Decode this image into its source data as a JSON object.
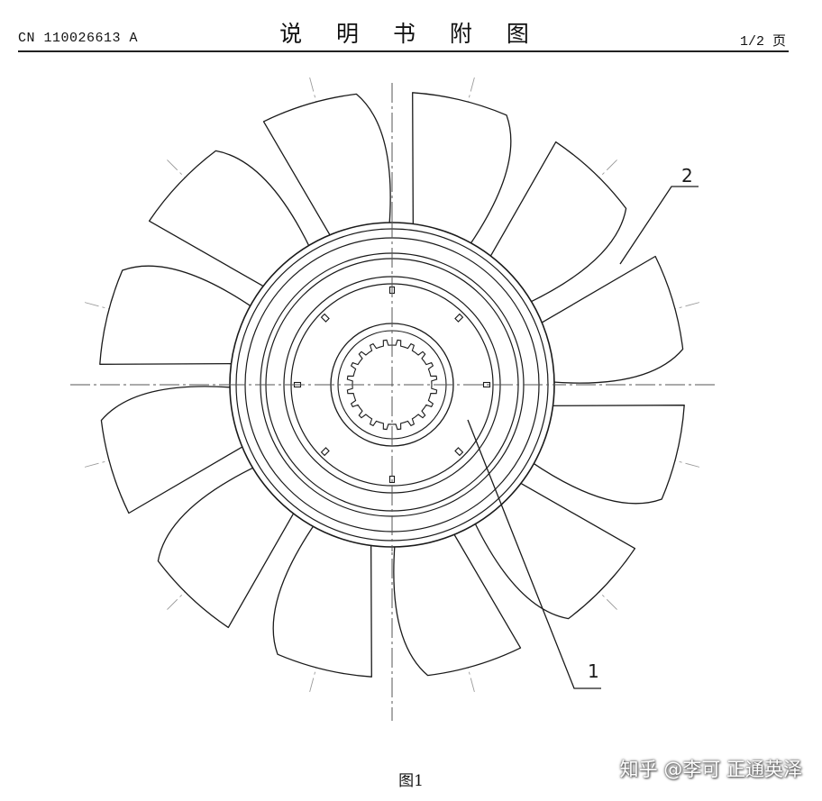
{
  "header": {
    "publication_number": "CN 110026613 A",
    "title": "说 明 书 附 图",
    "page": "1/2 页"
  },
  "figure": {
    "caption": "图1",
    "labels": {
      "hub": "1",
      "blade": "2"
    },
    "blade_count": 12,
    "spline_teeth": 20,
    "bolt_holes": 8
  },
  "watermark": "知乎 @李可 正通英泽",
  "colors": {
    "line": "#1a1a1a",
    "centerline": "#9a9a9a",
    "background": "#ffffff"
  }
}
